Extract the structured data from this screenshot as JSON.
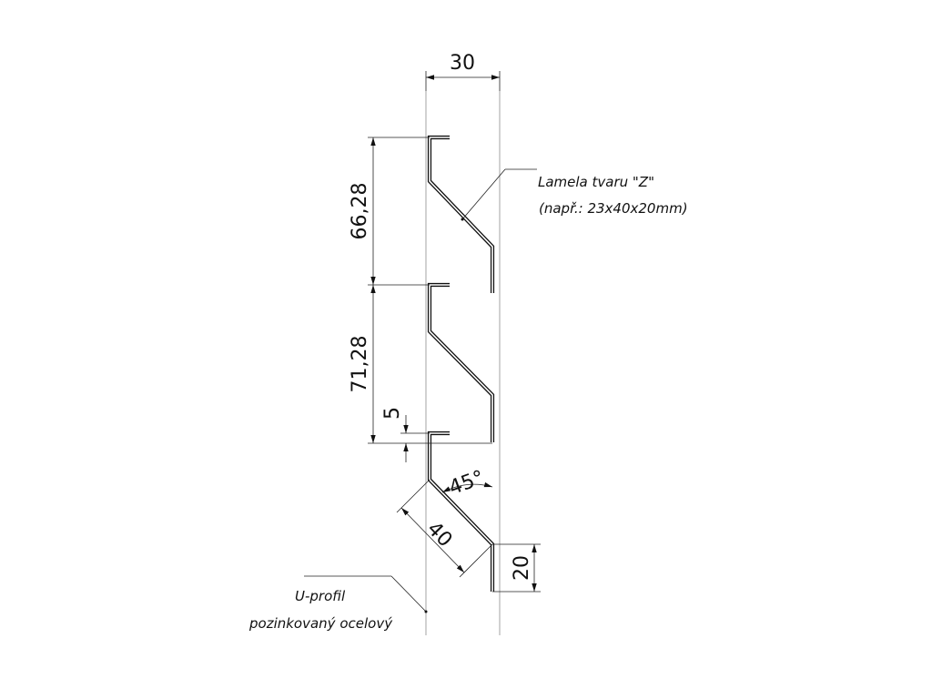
{
  "dimensions": {
    "width": "30",
    "pitch_top": "66,28",
    "pitch_middle": "71,28",
    "gap": "5",
    "angle": "45°",
    "slat_length": "40",
    "lip": "20"
  },
  "labels": {
    "slat_name": "Lamela tvaru \"Z\"",
    "slat_example": "(např.: 23x40x20mm)",
    "profile_name": "U-profil",
    "profile_material": "pozinkovaný ocelový"
  }
}
